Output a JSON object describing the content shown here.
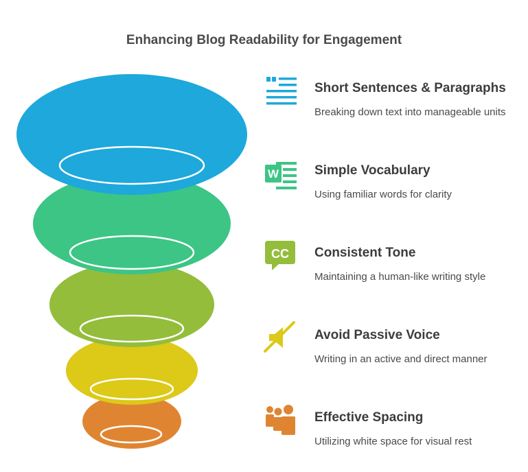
{
  "title": "Enhancing Blog Readability for Engagement",
  "colors": {
    "level1": "#1ea8db",
    "level2": "#3cc585",
    "level3": "#93bd3b",
    "level4": "#dcc918",
    "level5": "#df8531"
  },
  "items": [
    {
      "title": "Short Sentences & Paragraphs",
      "description": "Breaking down text into manageable units",
      "icon": "quote-text-icon",
      "color": "#1ea8db"
    },
    {
      "title": "Simple Vocabulary",
      "description": "Using familiar words for clarity",
      "icon": "word-document-icon",
      "icon_letter": "W",
      "color": "#3cc585"
    },
    {
      "title": "Consistent Tone",
      "description": "Maintaining a human-like writing style",
      "icon": "closed-captions-icon",
      "icon_text": "CC",
      "color": "#93bd3b"
    },
    {
      "title": "Avoid Passive Voice",
      "description": "Writing in an active and direct manner",
      "icon": "muted-speaker-icon",
      "color": "#dcc918"
    },
    {
      "title": "Effective Spacing",
      "description": "Utilizing white space for visual rest",
      "icon": "people-group-icon",
      "color": "#df8531"
    }
  ]
}
